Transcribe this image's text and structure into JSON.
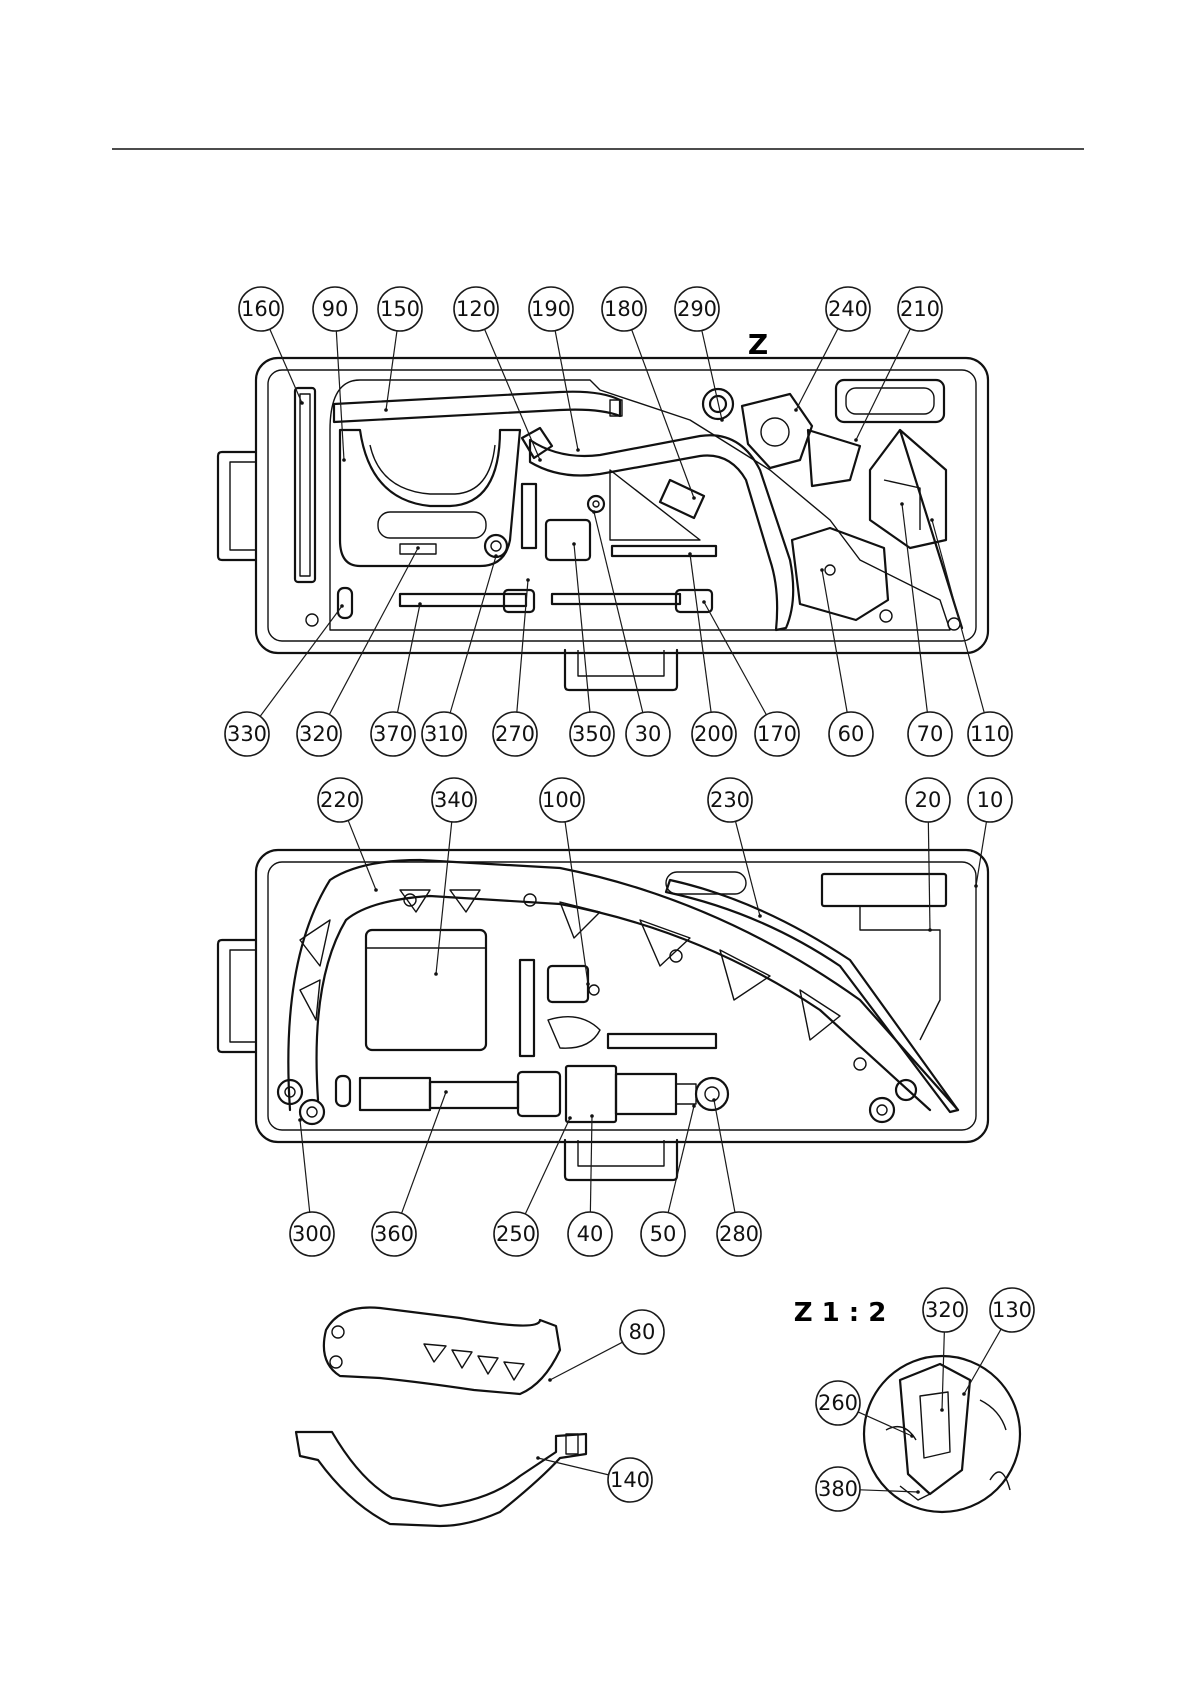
{
  "view_labels": {
    "detail_marker": "Z",
    "detail_scale": "Z 1 : 2"
  },
  "callouts_top": [
    "160",
    "90",
    "150",
    "120",
    "190",
    "180",
    "290",
    "240",
    "210"
  ],
  "callouts_top_bottom": [
    "330",
    "320",
    "370",
    "310",
    "270",
    "350",
    "30",
    "200",
    "170",
    "60",
    "70",
    "110"
  ],
  "callouts_mid_top": [
    "220",
    "340",
    "100",
    "230",
    "20",
    "10"
  ],
  "callouts_mid_bottom": [
    "300",
    "360",
    "250",
    "40",
    "50",
    "280"
  ],
  "callouts_parts": [
    "80",
    "140"
  ],
  "callouts_detail": [
    "320",
    "130",
    "260",
    "380"
  ]
}
